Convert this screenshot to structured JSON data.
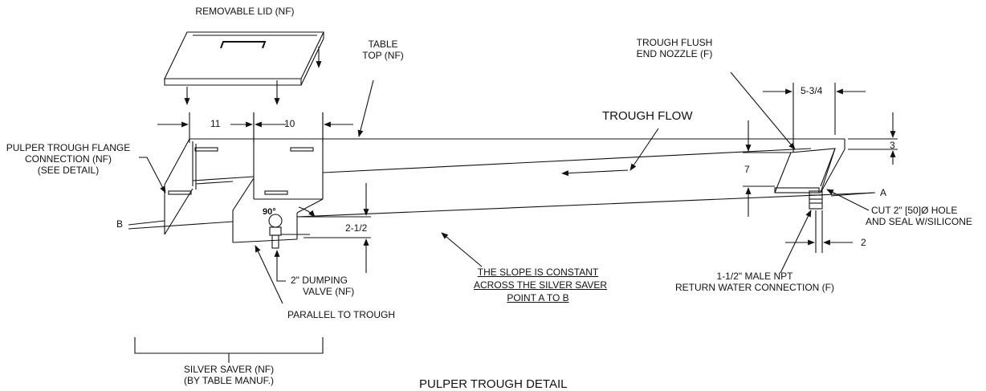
{
  "labels": {
    "removable_lid": "REMOVABLE LID (NF)",
    "table_top_1": "TABLE",
    "table_top_2": "TOP (NF)",
    "trough_flush_1": "TROUGH FLUSH",
    "trough_flush_2": "END NOZZLE (F)",
    "trough_flow": "TROUGH FLOW",
    "pulper_flange_1": "PULPER TROUGH FLANGE",
    "pulper_flange_2": "CONNECTION (NF)",
    "pulper_flange_3": "(SEE DETAIL)",
    "point_b": "B",
    "point_a": "A",
    "dump_valve_1": "2\" DUMPING",
    "dump_valve_2": "VALVE (NF)",
    "parallel": "PARALLEL TO TROUGH",
    "slope_1": "THE SLOPE IS CONSTANT",
    "slope_2": "ACROSS THE SILVER SAVER",
    "slope_3": "POINT A TO B",
    "male_npt_1": "1-1/2\" MALE NPT",
    "male_npt_2": "RETURN WATER CONNECTION (F)",
    "cut_hole_1": "CUT 2\" [50]Ø HOLE",
    "cut_hole_2": "AND SEAL W/SILICONE",
    "silver_saver_1": "SILVER SAVER (NF)",
    "silver_saver_2": "(BY TABLE MANUF.)",
    "title": "PULPER TROUGH DETAIL",
    "angle": "90°"
  },
  "dimensions": {
    "d11": "11",
    "d10": "10",
    "d5_3_4": "5-3/4",
    "d3": "3",
    "d7": "7",
    "d2_1_2": "2-1/2",
    "d2": "2"
  }
}
